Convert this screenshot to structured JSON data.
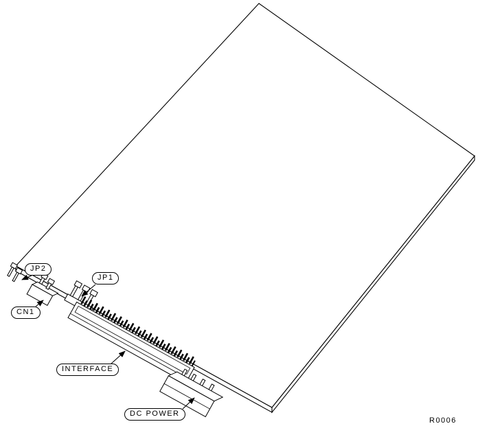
{
  "figure": {
    "type": "technical-diagram",
    "description": "Isometric line drawing of a printed circuit board with jumpers and edge connectors",
    "reference_code": "R0006",
    "colors": {
      "background": "#ffffff",
      "line": "#000000"
    },
    "callouts": [
      {
        "id": "jp2",
        "label": "JP2"
      },
      {
        "id": "cn1",
        "label": "CN1"
      },
      {
        "id": "jp1",
        "label": "JP1"
      },
      {
        "id": "interface",
        "label": "INTERFACE"
      },
      {
        "id": "dc-power",
        "label": "DC POWER"
      }
    ]
  }
}
